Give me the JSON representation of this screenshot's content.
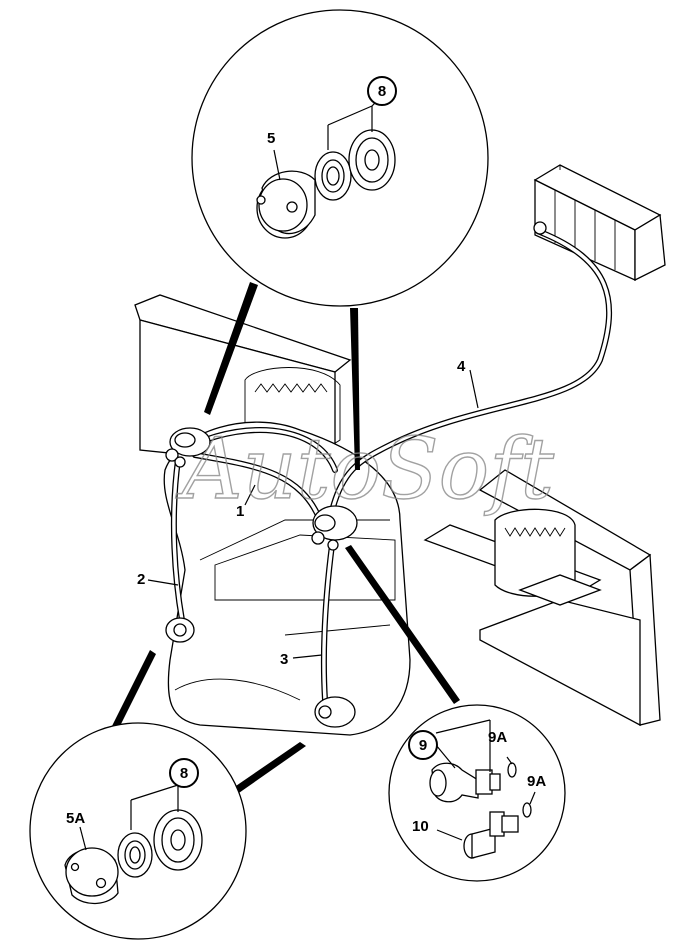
{
  "watermark": "AutoSoft",
  "labels": {
    "l1": "1",
    "l2": "2",
    "l3": "3",
    "l4": "4",
    "l5": "5",
    "l5a": "5A",
    "l8_top": "8",
    "l8_bottom": "8",
    "l9": "9",
    "l9a_upper": "9A",
    "l9a_lower": "9A",
    "l10": "10"
  }
}
